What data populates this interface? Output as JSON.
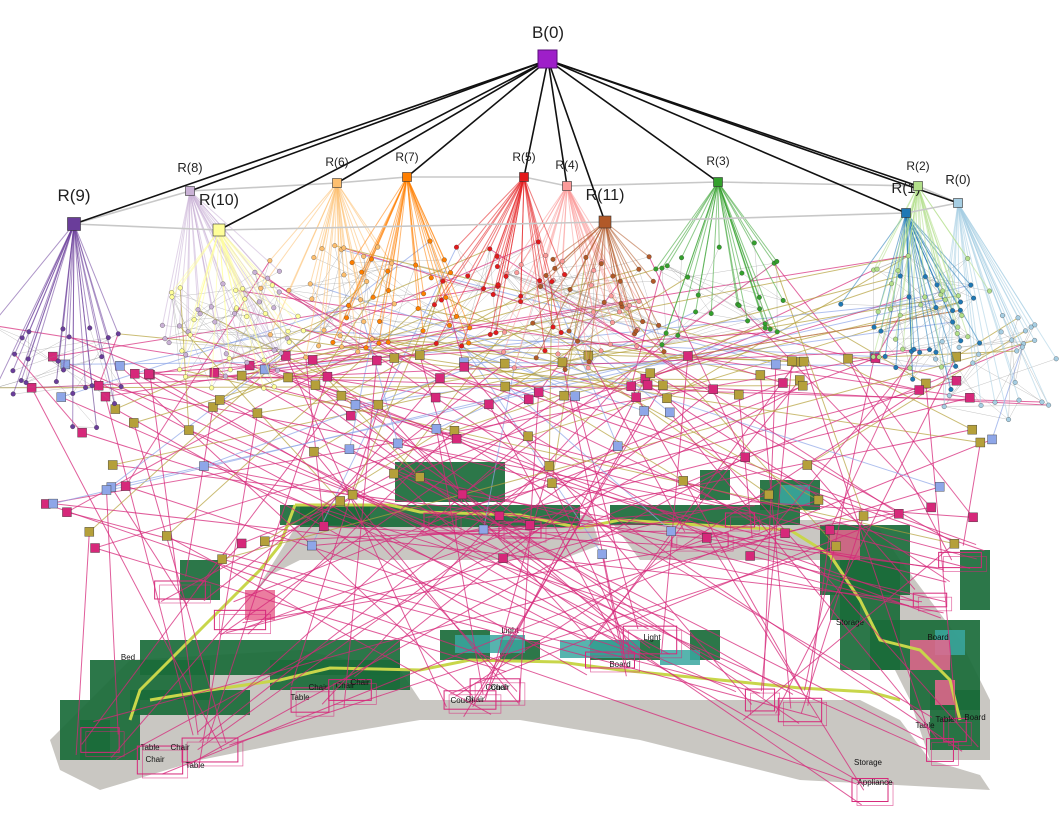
{
  "building": {
    "label": "B(0)",
    "color": "#9e1fc9"
  },
  "rooms": [
    {
      "id": "R(0)",
      "label": "R(0)",
      "color": "#a6cee3"
    },
    {
      "id": "R(1)",
      "label": "R(1)",
      "color": "#1f78b4"
    },
    {
      "id": "R(2)",
      "label": "R(2)",
      "color": "#b2df8a"
    },
    {
      "id": "R(3)",
      "label": "R(3)",
      "color": "#33a02c"
    },
    {
      "id": "R(4)",
      "label": "R(4)",
      "color": "#fb9a99"
    },
    {
      "id": "R(5)",
      "label": "R(5)",
      "color": "#e31a1c"
    },
    {
      "id": "R(6)",
      "label": "R(6)",
      "color": "#fdbf6f"
    },
    {
      "id": "R(7)",
      "label": "R(7)",
      "color": "#ff7f00"
    },
    {
      "id": "R(8)",
      "label": "R(8)",
      "color": "#cab2d6"
    },
    {
      "id": "R(9)",
      "label": "R(9)",
      "color": "#6a3d9a"
    },
    {
      "id": "R(10)",
      "label": "R(10)",
      "color": "#ffff99"
    },
    {
      "id": "R(11)",
      "label": "R(11)",
      "color": "#b15928"
    }
  ],
  "object_labels": [
    "Chair",
    "Chair",
    "Chair",
    "Chair",
    "Chair",
    "Chair",
    "Chair",
    "Table",
    "Table",
    "Table",
    "Table",
    "Table",
    "Storage",
    "Storage",
    "Board",
    "Board",
    "Board",
    "Light",
    "Light",
    "Couch",
    "Couch",
    "Appliance",
    "Bed"
  ],
  "colors": {
    "floor": "#c9c7c2",
    "furniture": "#1a6b3a",
    "trajectory": "#c8d64a",
    "object_edge": "#d6287a",
    "object_box": "#d6287a",
    "object_cube_a": "#b5a03a",
    "object_cube_b": "#d6287a",
    "object_cube_c": "#8ea6e8",
    "place_edge": "#888888"
  }
}
